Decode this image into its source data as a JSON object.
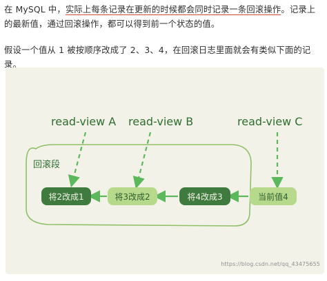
{
  "article": {
    "p1_a": "在 MySQL 中，",
    "p1_hl": "实际上每条记录在更新的时候都会同时记录一条回滚操作",
    "p1_b": "。记录上的最新值，通过回滚操作，都可以得到前一个状态的值。",
    "p2": "假设一个值从 1 被按顺序改成了 2、3、4，在回滚日志里面就会有类似下面的记录。"
  },
  "diagram": {
    "segment_label": "回滚段",
    "views": [
      "read-view A",
      "read-view B",
      "read-view C"
    ],
    "nodes": [
      "将2改成1",
      "将3改成2",
      "将4改成3",
      "当前值4"
    ],
    "colors": {
      "background": "#f3f2e9",
      "dark_node": "#3f7a3f",
      "light_node": "#b7d98c",
      "arrow": "#5cb85c",
      "segment_border": "#8fbf67"
    }
  },
  "watermark": "https://blog.csdn.net/qq_43475655"
}
